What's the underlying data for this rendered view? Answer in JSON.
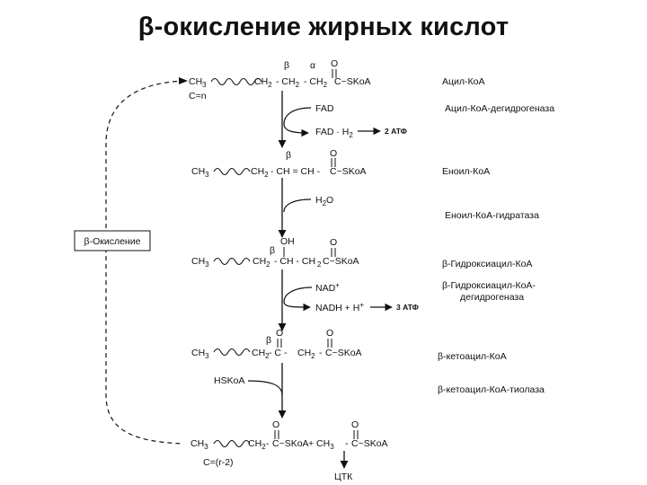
{
  "title": "β-окисление жирных кислот",
  "cycle_label": "β-Окисление",
  "steps": [
    {
      "name": "Ацил-КоА",
      "enzyme": "Ацил-КоА-дегидрогеназа"
    },
    {
      "name": "Еноил-КоА",
      "enzyme": "Еноил-КоА-гидратаза"
    },
    {
      "name": "β-Гидроксиацил-КоА",
      "enzyme_line1": "β-Гидроксиацил-КоА-",
      "enzyme_line2": "дегидрогеназа"
    },
    {
      "name": "β-кетоацил-КоА",
      "enzyme": "β-кетоацил-КоА-тиолаза"
    }
  ],
  "cofactors": {
    "fad": "FAD",
    "fadh2_a": "FAD · H",
    "fadh2_b": "2",
    "atp2": "2 АТФ",
    "water_a": "H",
    "water_b": "2",
    "water_c": "O",
    "nad": "NAD",
    "nad_sup": "+",
    "nadh": "NADH + H",
    "nadh_sup": "+",
    "atp3": "3 АТФ",
    "hskoa": "HSKoA",
    "tca": "ЦТК"
  },
  "chain": {
    "ch3": "CH",
    "ch3_sub": "3",
    "ch2": "CH",
    "ch2_sub": "2",
    "cn": "C=n",
    "cn2": "C=(r-2)",
    "beta": "β",
    "alpha": "α",
    "o": "O",
    "oh": "OH",
    "skoa": "C~SKoA",
    "s1_mid": "- CH",
    "s1_mid2": "- CH",
    "s2_mid": "- CH = CH -",
    "s3_mid": "- CH - CH",
    "s3_tail": "-",
    "s4_c1": "- C -",
    "s4_c2": "-",
    "s5_plus": "+ CH",
    "s5_dash": "-"
  }
}
